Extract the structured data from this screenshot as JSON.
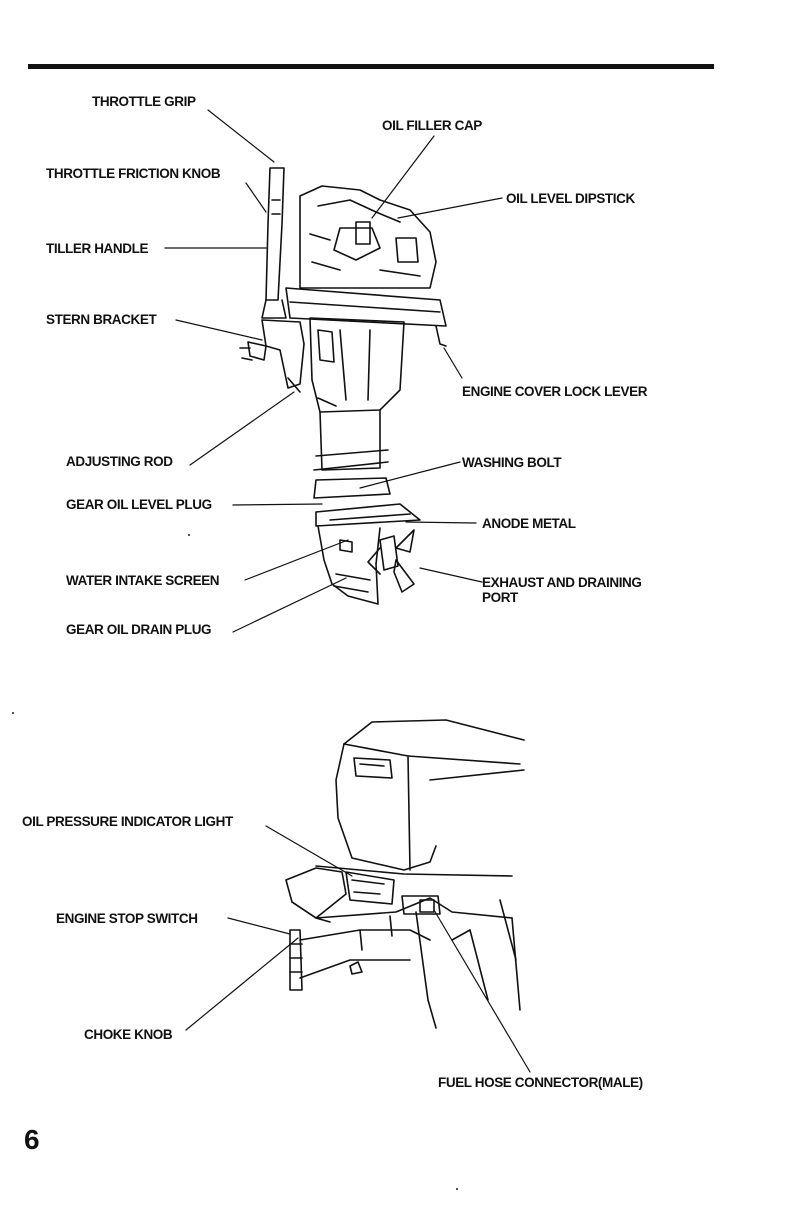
{
  "page_number": "6",
  "top_figure": {
    "labels": {
      "throttle_grip": "THROTTLE GRIP",
      "oil_filler_cap": "OIL FILLER CAP",
      "throttle_friction_knob": "THROTTLE FRICTION KNOB",
      "oil_level_dipstick": "OIL LEVEL DIPSTICK",
      "tiller_handle": "TILLER HANDLE",
      "stern_bracket": "STERN BRACKET",
      "engine_cover_lock_lever": "ENGINE COVER LOCK LEVER",
      "adjusting_rod": "ADJUSTING ROD",
      "washing_bolt": "WASHING BOLT",
      "gear_oil_level_plug": "GEAR OIL LEVEL PLUG",
      "anode_metal": "ANODE METAL",
      "water_intake_screen": "WATER INTAKE SCREEN",
      "exhaust_and_draining_port_line1": "EXHAUST AND DRAINING",
      "exhaust_and_draining_port_line2": "PORT",
      "gear_oil_drain_plug": "GEAR OIL DRAIN PLUG"
    }
  },
  "bottom_figure": {
    "labels": {
      "oil_pressure_indicator_light": "OIL PRESSURE INDICATOR LIGHT",
      "engine_stop_switch": "ENGINE STOP SWITCH",
      "choke_knob": "CHOKE KNOB",
      "fuel_hose_connector": "FUEL HOSE CONNECTOR(MALE)"
    }
  }
}
